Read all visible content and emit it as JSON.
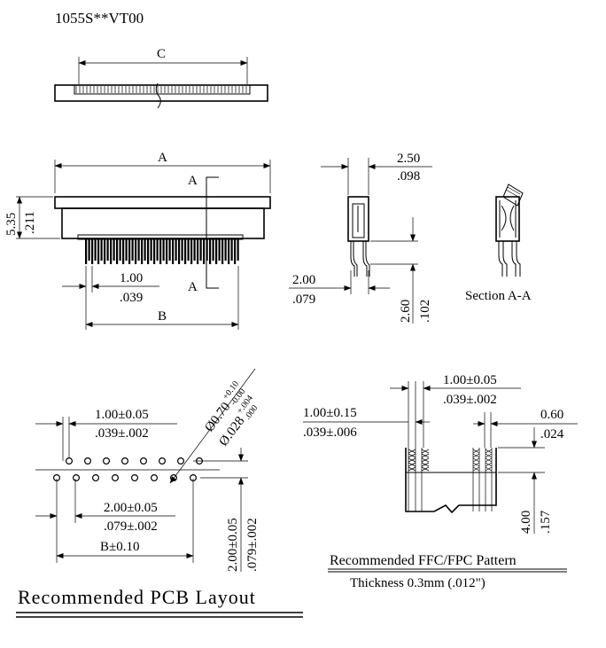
{
  "part_number": "1055S**VT00",
  "top_view": {
    "dim_c": "C"
  },
  "front_view": {
    "dim_a": "A",
    "section_mark_top": "A",
    "section_mark_bottom": "A",
    "height_mm": "5.35",
    "height_in": ".211",
    "pitch_mm": "1.00",
    "pitch_in": ".039",
    "dim_b": "B"
  },
  "side_view": {
    "width_mm": "2.50",
    "width_in": ".098",
    "offset_mm": "2.00",
    "offset_in": ".079",
    "pin_mm": "2.60",
    "pin_in": ".102"
  },
  "section_view": {
    "label": "Section A-A"
  },
  "pcb_layout": {
    "pitch_mm": "1.00±0.05",
    "pitch_in": ".039±.002",
    "hole_mm": "Ø0.70",
    "hole_mm_tol_plus": "+0.10",
    "hole_mm_tol_minus": "-0.00",
    "hole_in": "Ø.028",
    "hole_in_tol_plus": "+.004",
    "hole_in_tol_minus": ".000",
    "row_pitch_mm": "2.00±0.05",
    "row_pitch_in": ".079±.002",
    "row_gap_mm": "2.00±0.05",
    "row_gap_in": ".079±.002",
    "b_tol": "B±0.10",
    "title": "Recommended PCB Layout"
  },
  "ffc_pattern": {
    "pitch_mm": "1.00±0.05",
    "pitch_in": ".039±.002",
    "conductor_mm": "1.00±0.15",
    "conductor_in": ".039±.006",
    "edge_mm": "0.60",
    "edge_in": ".024",
    "length_mm": "4.00",
    "length_in": ".157",
    "title": "Recommended FFC/FPC Pattern",
    "thickness": "Thickness 0.3mm (.012\")"
  }
}
